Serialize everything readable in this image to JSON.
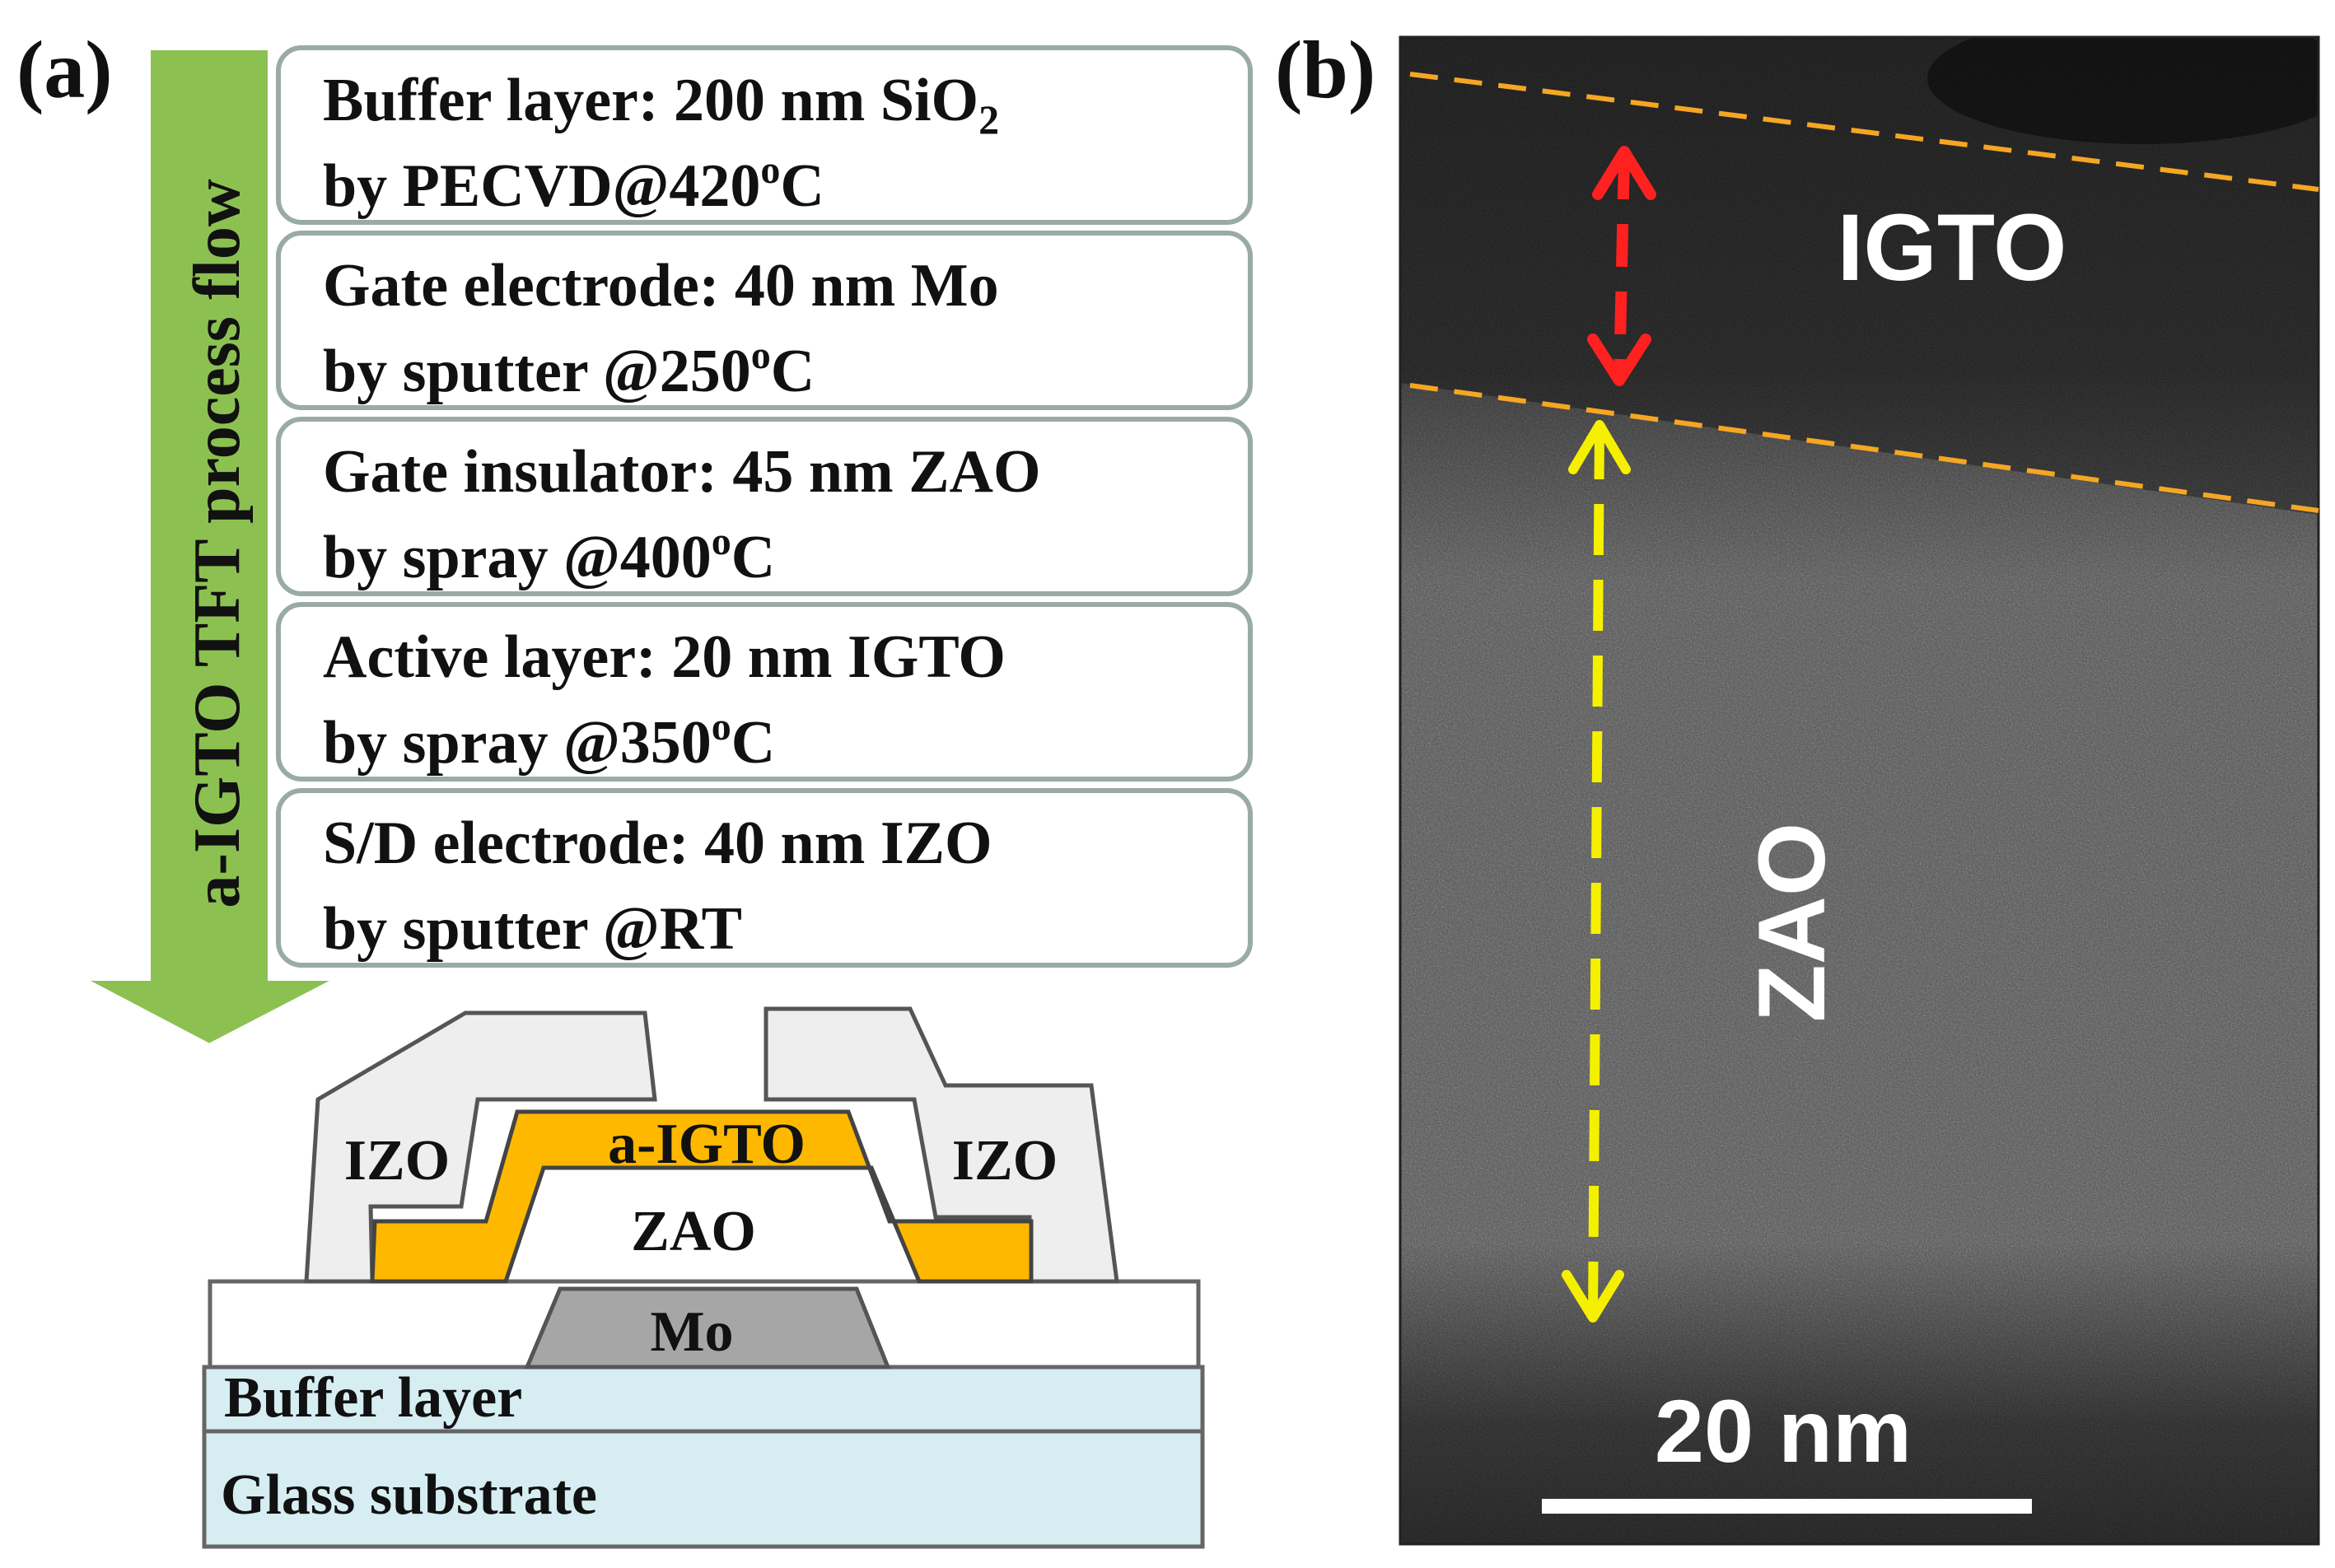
{
  "panel_a": {
    "label": "(a)",
    "arrow_label": "a-IGTO TFT process flow",
    "steps": [
      {
        "line1": "Buffer layer: 200 nm SiO",
        "line1_sub": "2",
        "line2": "by PECVD@420",
        "line2_sup": "o",
        "line2_end": "C"
      },
      {
        "line1": "Gate electrode: 40 nm Mo",
        "line1_sub": "",
        "line2": "by sputter @250",
        "line2_sup": "o",
        "line2_end": "C"
      },
      {
        "line1": "Gate insulator: 45 nm ZAO",
        "line1_sub": "",
        "line2": "by spray @400",
        "line2_sup": "o",
        "line2_end": "C"
      },
      {
        "line1": "Active layer: 20 nm IGTO",
        "line1_sub": "",
        "line2": "by spray @350",
        "line2_sup": "o",
        "line2_end": "C"
      },
      {
        "line1": "S/D electrode: 40 nm IZO",
        "line1_sub": "",
        "line2": "by sputter @RT",
        "line2_sup": "",
        "line2_end": ""
      }
    ],
    "device": {
      "izo_left": "IZO",
      "izo_right": "IZO",
      "active": "a-IGTO",
      "insulator": "ZAO",
      "gate": "Mo",
      "buffer": "Buffer layer",
      "substrate": "Glass substrate"
    }
  },
  "panel_b": {
    "label": "(b)",
    "top_layer": "IGTO",
    "bottom_layer": "ZAO",
    "scale_bar": "20 nm"
  },
  "colors": {
    "arrow_green": "#8cc152",
    "step_border": "#9aaba7",
    "active_orange": "#ffb800",
    "izo_gray": "#eeeeee",
    "mo_gray": "#a6a6a6",
    "buffer_blue": "#d6edf2",
    "interface_orange": "#f5a623",
    "igto_arrow_red": "#ff2020",
    "zao_arrow_yellow": "#f5f000"
  }
}
